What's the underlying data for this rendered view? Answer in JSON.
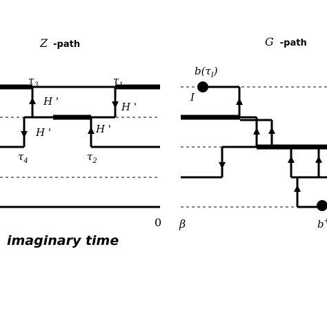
{
  "z_panel": {
    "title_symbol": "Z",
    "title_word": "-path",
    "tau_3": "τ",
    "tau_3_sub": "3",
    "tau_1": "τ",
    "tau_1_sub": "1",
    "tau_4": "τ",
    "tau_4_sub": "4",
    "tau_2": "τ",
    "tau_2_sub": "2",
    "h_label": "H '",
    "axis_zero": "0"
  },
  "g_panel": {
    "title_symbol": "G",
    "title_word": "-path",
    "b_tau": "b(τ",
    "b_tau_sub": "I",
    "b_tau_close": ")",
    "source_label": "I",
    "axis_beta": "β",
    "b_dagger": "b",
    "b_dagger_sup": "+"
  },
  "caption": "imaginary time"
}
